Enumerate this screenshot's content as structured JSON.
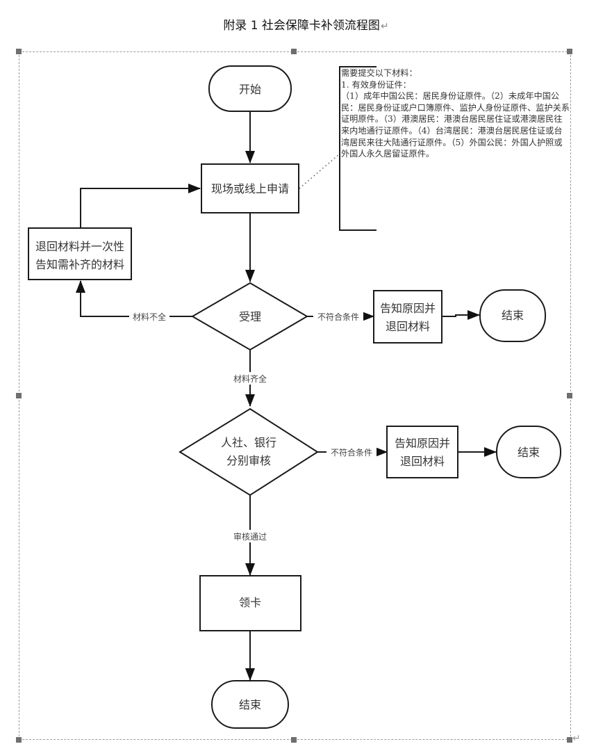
{
  "document": {
    "title": "附录 1  社会保障卡补领流程图",
    "paragraph_mark": "↵"
  },
  "flowchart": {
    "nodes": {
      "start": "开始",
      "apply": "现场或线上申请",
      "return_materials": [
        "退回材料并一次性",
        "告知需补齐的材料"
      ],
      "accept": "受理",
      "reject1": [
        "告知原因并",
        "退回材料"
      ],
      "end1": "结束",
      "review": [
        "人社、银行",
        "分别审核"
      ],
      "reject2": [
        "告知原因并",
        "退回材料"
      ],
      "end2": "结束",
      "receive_card": "领卡",
      "end3": "结束"
    },
    "edges": {
      "incomplete": "材料不全",
      "not_eligible_1": "不符合条件",
      "complete": "材料齐全",
      "not_eligible_2": "不符合条件",
      "approved": "审核通过"
    },
    "note": {
      "heading": "需要提交以下材料：",
      "item1": "1. 有效身份证件：",
      "body": "（1）成年中国公民：居民身份证原件。（2）未成年中国公民：居民身份证或户口簿原件、监护人身份证原件、监护关系证明原件。（3）港澳居民：港澳台居民居住证或港澳居民往来内地通行证原件。（4）台湾居民：港澳台居民居住证或台湾居民来往大陆通行证原件。（5）外国公民：外国人护照或外国人永久居留证原件。"
    }
  },
  "colors": {
    "line": "#1a1a1a",
    "text": "#333333",
    "frame": "#9a9a9a",
    "handle": "#6f6f6f"
  }
}
